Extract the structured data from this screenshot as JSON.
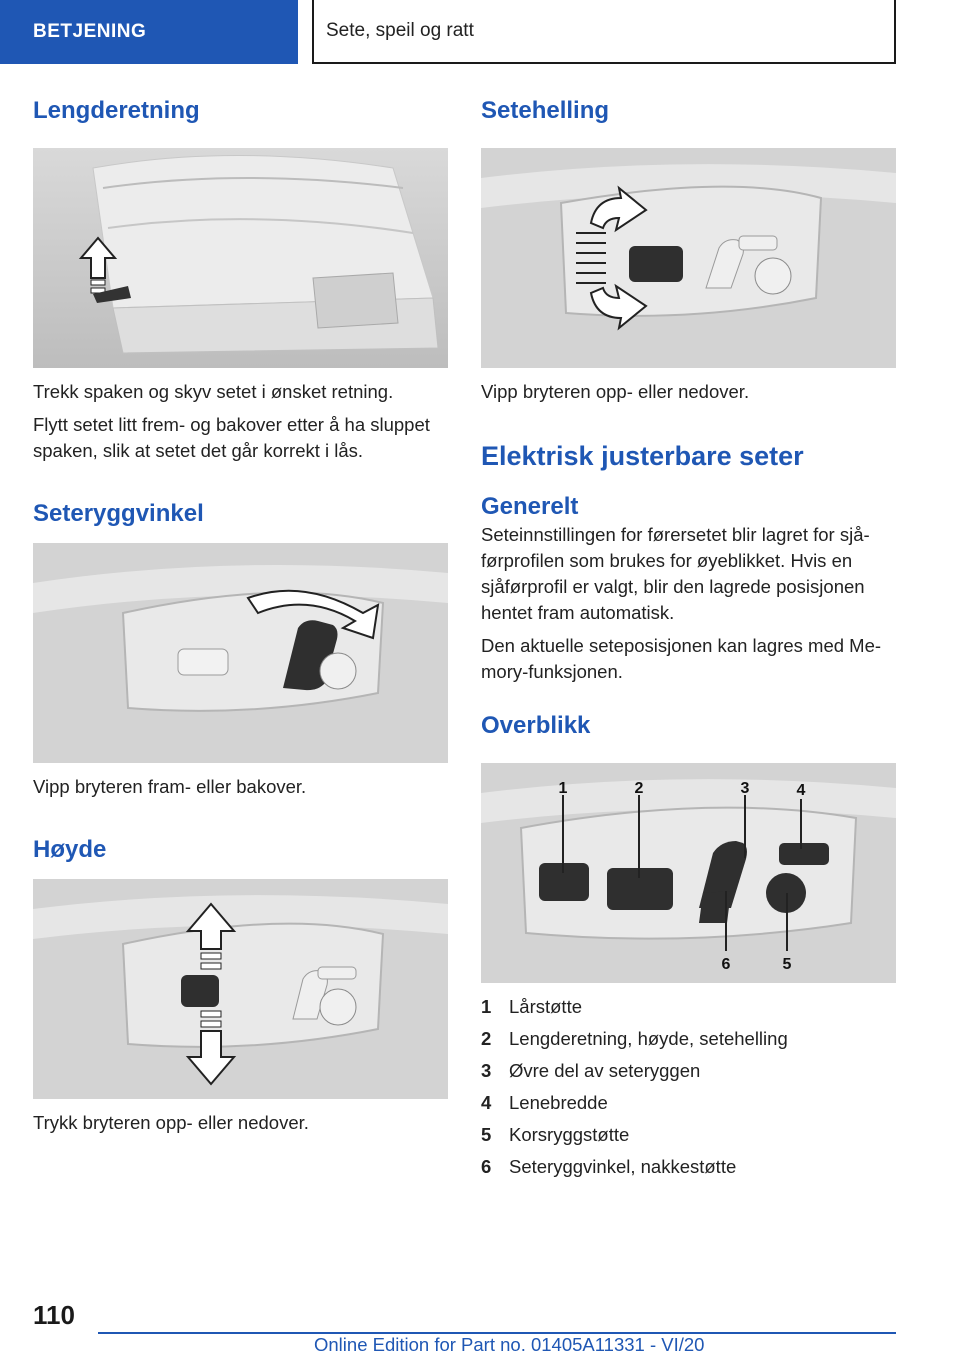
{
  "header": {
    "section": "BETJENING",
    "chapter": "Sete, speil og ratt"
  },
  "left": {
    "h_length": "Lengderetning",
    "p_length_1": "Trekk spaken og skyv setet i ønsket retning.",
    "p_length_2a": "Flytt setet litt frem- og bakover etter å ha sluppet",
    "p_length_2b": "spaken, slik at setet det går korrekt i lås.",
    "h_back": "Seteryggvinkel",
    "p_back": "Vipp bryteren fram- eller bakover.",
    "h_height": "Høyde",
    "p_height": "Trykk bryteren opp- eller nedover."
  },
  "right": {
    "h_tilt": "Setehelling",
    "p_tilt": "Vipp bryteren opp- eller nedover.",
    "h_electric": "Elektrisk justerbare seter",
    "h_general": "Generelt",
    "p_general_1": "Seteinnstillingen for førersetet blir lagret for sjå-",
    "p_general_2": "førprofilen som brukes for øyeblikket. Hvis en",
    "p_general_3": "sjåførprofil er valgt, blir den lagrede posisjonen",
    "p_general_4": "hentet fram automatisk.",
    "p_general_5": "Den aktuelle seteposisjonen kan lagres med Me-",
    "p_general_6": "mory-funksjonen.",
    "h_overview": "Overblikk",
    "callouts": [
      "1",
      "2",
      "3",
      "4",
      "5",
      "6"
    ],
    "list": [
      {
        "num": "1",
        "label": "Lårstøtte"
      },
      {
        "num": "2",
        "label": "Lengderetning, høyde, setehelling"
      },
      {
        "num": "3",
        "label": "Øvre del av seteryggen"
      },
      {
        "num": "4",
        "label": "Lenebredde"
      },
      {
        "num": "5",
        "label": "Korsryggstøtte"
      },
      {
        "num": "6",
        "label": "Seteryggvinkel, nakkestøtte"
      }
    ]
  },
  "footer": {
    "page": "110",
    "edition": "Online Edition for Part no. 01405A11331 - VI/20"
  }
}
